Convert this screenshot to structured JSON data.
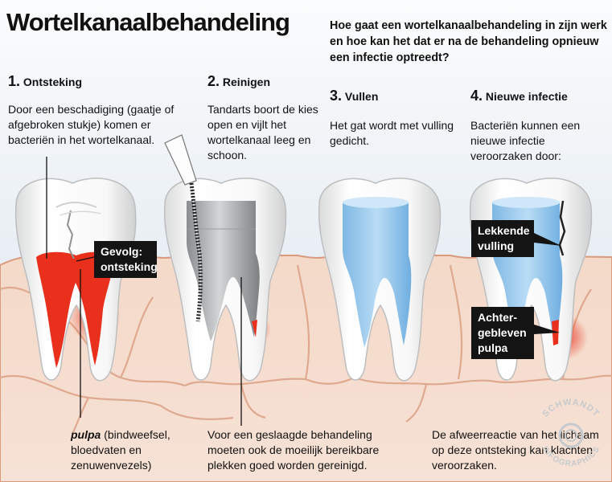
{
  "title": "Wortelkanaalbehandeling",
  "intro": "Hoe gaat een wortelkanaalbehandeling in zijn werk en hoe kan het dat er na de behandeling opnieuw een infectie optreedt?",
  "steps": [
    {
      "number": "1.",
      "title": "Ontsteking",
      "text": "Door een beschadiging (gaatje of afgebroken stukje) komen er bacteriën in het wortelkanaal."
    },
    {
      "number": "2.",
      "title": "Reinigen",
      "text": "Tandarts boort de kies open en vijlt het wortelkanaal leeg en schoon."
    },
    {
      "number": "3.",
      "title": "Vullen",
      "text": "Het gat wordt met vulling gedicht."
    },
    {
      "number": "4.",
      "title": "Nieuwe infectie",
      "text": "Bacteriën kunnen een nieuwe infectie veroorzaken door:"
    }
  ],
  "callouts": {
    "gevolg": "Gevolg: ontsteking",
    "lekkende": "Lekkende vulling",
    "achtergebleven": "Achter-gebleven pulpa"
  },
  "notes": {
    "pulpa_term": "pulpa",
    "pulpa_text": " (bindweefsel, bloedvaten en zenuwenvezels)",
    "reinigen": "Voor een geslaagde behandeling moeten ook de moeilijk bereikbare plekken goed worden gereinigd.",
    "afweer": "De afweerreactie van het lichaam op deze ontsteking kan klachten veroorzaken."
  },
  "watermark": {
    "top": "SCHWANDT",
    "bottom": "INFOGRAPHICS"
  },
  "colors": {
    "gum": "#f1d4c2",
    "gum_line": "#d99a7e",
    "enamel": "#fbfbfb",
    "pulp_red": "#e8301d",
    "filling_blue": "#8ec3ea",
    "metal_grey": "#a9acae",
    "callout_bg": "#141414"
  }
}
